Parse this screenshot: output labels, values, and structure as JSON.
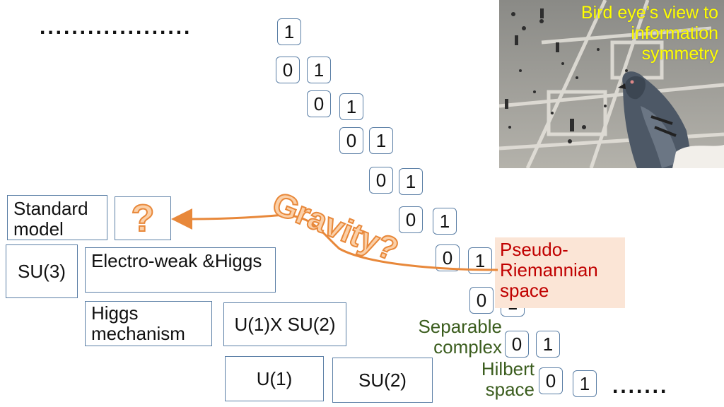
{
  "top_dots": "...................",
  "bottom_dots": ".......",
  "bits": [
    {
      "zero": "",
      "one": "1"
    },
    {
      "zero": "0",
      "one": "1"
    },
    {
      "zero": "0",
      "one": "1"
    },
    {
      "zero": "0",
      "one": "1"
    },
    {
      "zero": "0",
      "one": "1"
    },
    {
      "zero": "0",
      "one": "1"
    },
    {
      "zero": "0",
      "one": "1"
    },
    {
      "zero": "0",
      "one": "1"
    },
    {
      "zero": "0",
      "one": "1"
    },
    {
      "zero": "0",
      "one": "1"
    }
  ],
  "photo_caption": "Bird eye’s view to information symmetry",
  "standard_model": "Standard model",
  "question": "?",
  "gravity": "Gravity?",
  "su3": "SU(3)",
  "electroweak": "Electro-weak &Higgs",
  "higgs_mechanism": "Higgs mechanism",
  "u1xsu2": "U(1)X SU(2)",
  "u1": "U(1)",
  "su2": "SU(2)",
  "pseudo_riemannian": "Pseudo-Riemannian space",
  "separable_complex": "Separable complex",
  "hilbert_space": "Hilbert space",
  "colors": {
    "orange": "#e8883a",
    "red": "#c00000",
    "green": "#3b5d1e",
    "yellow": "#ffff00",
    "box_border": "#5b7fa6",
    "peach": "#fbe5d6"
  }
}
